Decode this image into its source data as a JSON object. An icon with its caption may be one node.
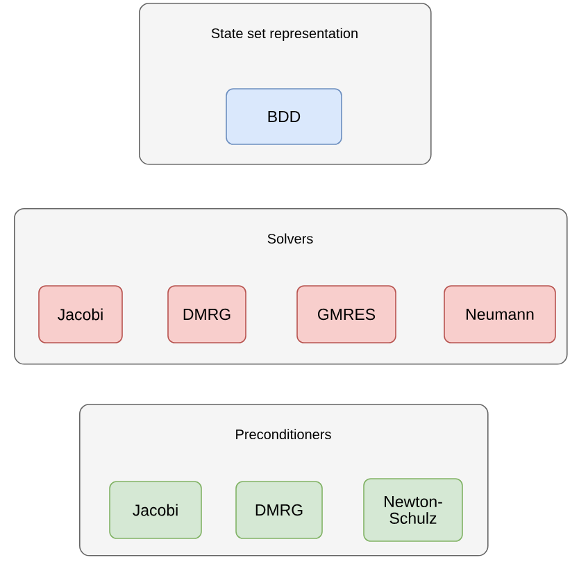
{
  "diagram": {
    "nodes": [
      {
        "text": [
          "State set representation"
        ]
      },
      {
        "text": [
          "BDD"
        ],
        "in": 0
      },
      {
        "text": [
          "Solvers"
        ]
      },
      {
        "text": [
          "Jacobi"
        ],
        "in": 2
      },
      {
        "text": [
          "DMRG"
        ],
        "in": 2
      },
      {
        "text": [
          "GMRES"
        ],
        "in": 2
      },
      {
        "text": [
          "Neumann"
        ],
        "in": 2
      },
      {
        "text": [
          "Preconditioners"
        ]
      },
      {
        "text": [
          "Jacobi"
        ],
        "in": 7
      },
      {
        "text": [
          "DMRG"
        ],
        "in": 7
      },
      {
        "text": [
          "Newton-Schulz"
        ],
        "in": 7
      }
    ]
  }
}
